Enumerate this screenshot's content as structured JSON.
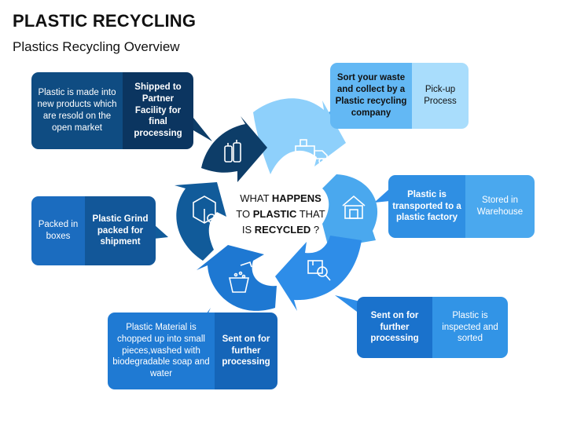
{
  "header": {
    "title": "PLASTIC RECYCLING",
    "subtitle": "Plastics Recycling Overview"
  },
  "center_question": {
    "line1_a": "WHAT ",
    "line1_b": "HAPPENS",
    "line2_a": "TO ",
    "line2_b": "PLASTIC",
    "line2_c": " THAT",
    "line3_a": "IS ",
    "line3_b": "RECYCLED",
    "line3_c": " ?"
  },
  "steps": [
    {
      "id": "pickup",
      "title": "Sort your waste and collect by a Plastic recycling company",
      "label": "Pick-up Process",
      "icon": "delivery-truck-icon"
    },
    {
      "id": "warehouse",
      "title": "Plastic is transported to a plastic factory",
      "label": "Stored in Warehouse",
      "icon": "warehouse-icon"
    },
    {
      "id": "inspect",
      "title": "Sent on for further processing",
      "label": "Plastic is inspected and sorted",
      "icon": "inspect-box-icon"
    },
    {
      "id": "wash",
      "title": "Sent on for further processing",
      "label": "Plastic Material is chopped up into small pieces,washed with biodegradable soap and water",
      "icon": "washing-icon"
    },
    {
      "id": "pack",
      "title": "Plastic Grind packed for shipment",
      "label": "Packed in boxes",
      "icon": "packed-box-icon"
    },
    {
      "id": "ship",
      "title": "Shipped to Partner Facility for final processing",
      "label": "Plastic is made into new products which are resold on the open market",
      "icon": "bottles-icon"
    }
  ],
  "colors": {
    "navy": "#0d3d68",
    "dark_blue": "#115b9a",
    "mid_blue": "#1e78d2",
    "bright_blue": "#2e8de8",
    "sky_blue": "#4aa8ee",
    "light_blue": "#8ed0fb",
    "pale_blue": "#a9ddfc"
  }
}
